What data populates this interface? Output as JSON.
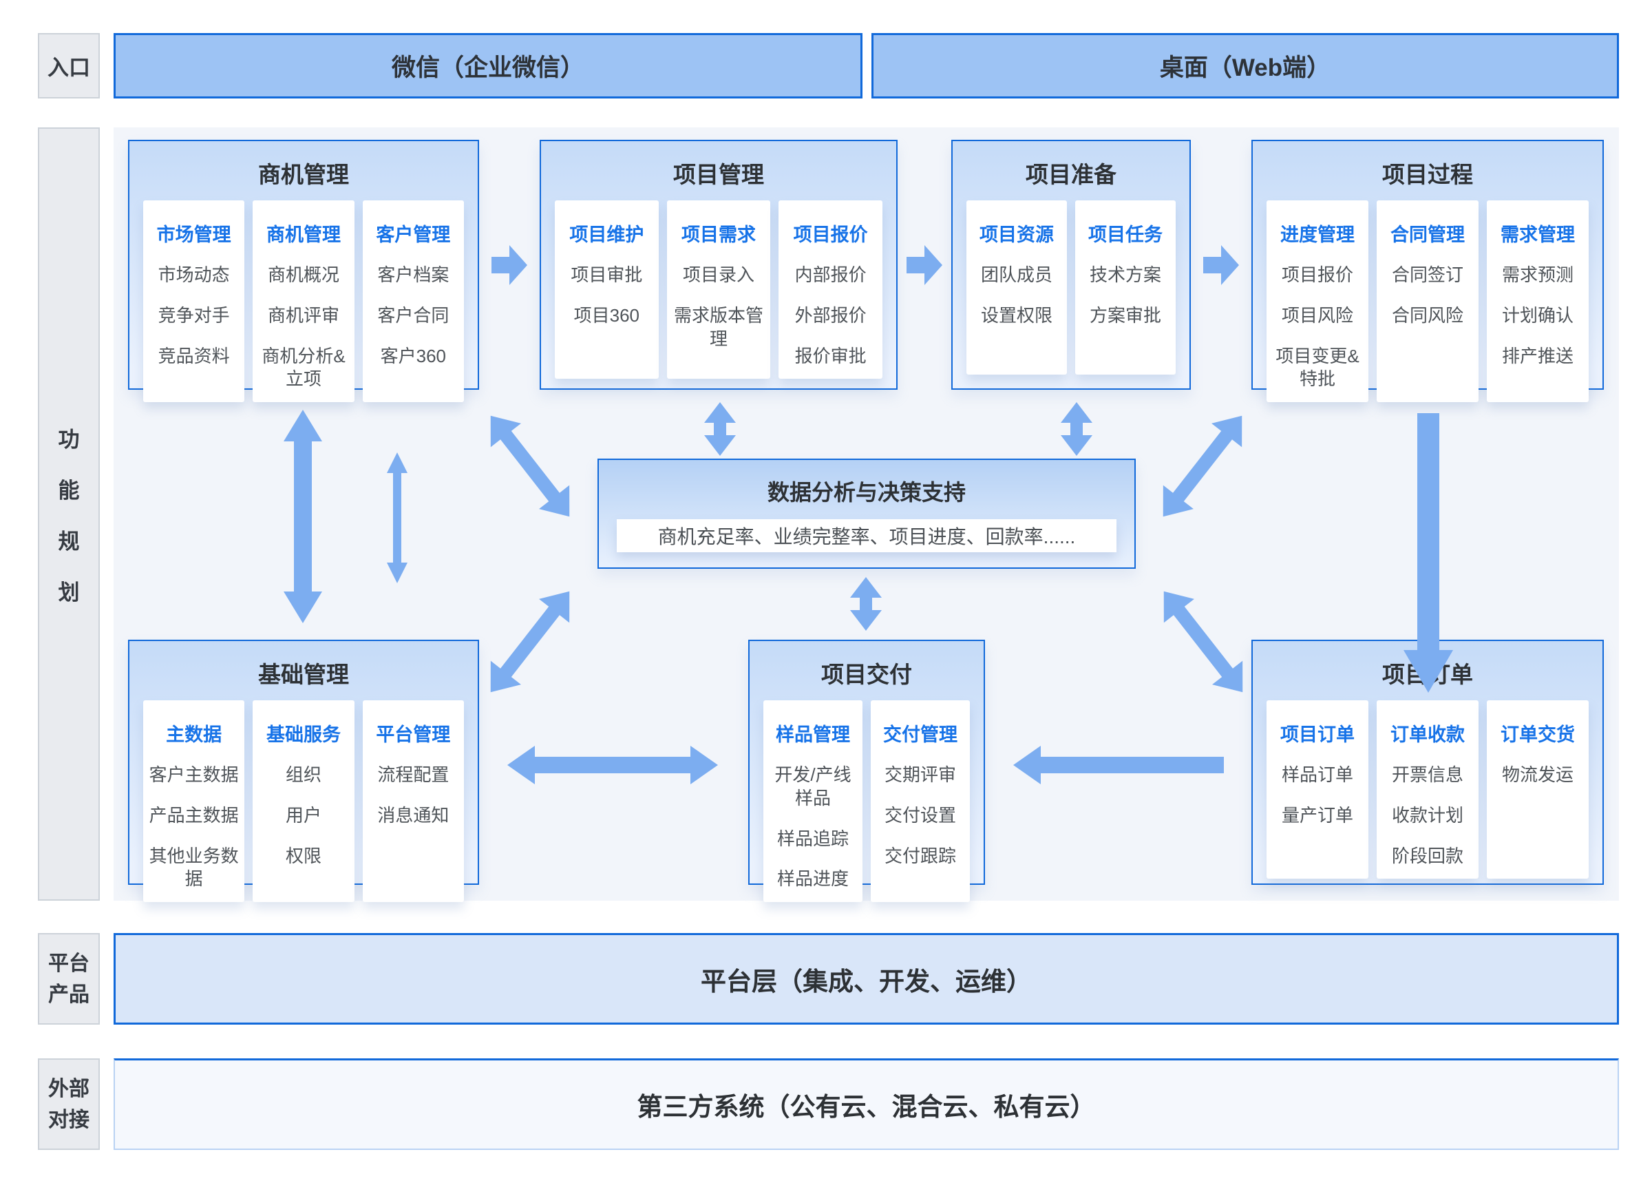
{
  "sidebar": {
    "entry_label": "入口",
    "function_label_chars": [
      "功",
      "能",
      "规",
      "划"
    ],
    "platform_label_lines": [
      "平台",
      "产品"
    ],
    "external_label_lines": [
      "外部",
      "对接"
    ]
  },
  "entry_channels": {
    "wechat": "微信（企业微信）",
    "desktop": "桌面（Web端）"
  },
  "groups": [
    {
      "title": "商机管理",
      "columns": [
        {
          "title": "市场管理",
          "items": [
            "市场动态",
            "竞争对手",
            "竞品资料"
          ]
        },
        {
          "title": "商机管理",
          "items": [
            "商机概况",
            "商机评审",
            "商机分析&立项"
          ]
        },
        {
          "title": "客户管理",
          "items": [
            "客户档案",
            "客户合同",
            "客户360"
          ]
        }
      ]
    },
    {
      "title": "项目管理",
      "columns": [
        {
          "title": "项目维护",
          "items": [
            "项目审批",
            "项目360"
          ]
        },
        {
          "title": "项目需求",
          "items": [
            "项目录入",
            "需求版本管理"
          ]
        },
        {
          "title": "项目报价",
          "items": [
            "内部报价",
            "外部报价",
            "报价审批"
          ]
        }
      ]
    },
    {
      "title": "项目准备",
      "columns": [
        {
          "title": "项目资源",
          "items": [
            "团队成员",
            "设置权限"
          ]
        },
        {
          "title": "项目任务",
          "items": [
            "技术方案",
            "方案审批"
          ]
        }
      ]
    },
    {
      "title": "项目过程",
      "columns": [
        {
          "title": "进度管理",
          "items": [
            "项目报价",
            "项目风险",
            "项目变更&特批"
          ]
        },
        {
          "title": "合同管理",
          "items": [
            "合同签订",
            "合同风险"
          ]
        },
        {
          "title": "需求管理",
          "items": [
            "需求预测",
            "计划确认",
            "排产推送"
          ]
        }
      ]
    },
    {
      "title": "基础管理",
      "columns": [
        {
          "title": "主数据",
          "items": [
            "客户主数据",
            "产品主数据",
            "其他业务数据"
          ]
        },
        {
          "title": "基础服务",
          "items": [
            "组织",
            "用户",
            "权限"
          ]
        },
        {
          "title": "平台管理",
          "items": [
            "流程配置",
            "消息通知"
          ]
        }
      ]
    },
    {
      "title": "项目交付",
      "columns": [
        {
          "title": "样品管理",
          "items": [
            "开发/产线样品",
            "样品追踪",
            "样品进度"
          ]
        },
        {
          "title": "交付管理",
          "items": [
            "交期评审",
            "交付设置",
            "交付跟踪"
          ]
        }
      ]
    },
    {
      "title": "项目订单",
      "columns": [
        {
          "title": "项目订单",
          "items": [
            "样品订单",
            "量产订单"
          ]
        },
        {
          "title": "订单收款",
          "items": [
            "开票信息",
            "收款计划",
            "阶段回款"
          ]
        },
        {
          "title": "订单交货",
          "items": [
            "物流发运"
          ]
        }
      ]
    }
  ],
  "analysis": {
    "title": "数据分析与决策支持",
    "metrics": "商机充足率、业绩完整率、项目进度、回款率......"
  },
  "platform_bar": {
    "text": "平台层（集成、开发、运维）"
  },
  "external_bar": {
    "text": "第三方系统（公有云、混合云、私有云）"
  },
  "colors": {
    "accent_border": "#1169da",
    "card_title_blue": "#1773e8",
    "arrow": "#7cadf0",
    "entry_fill": "#9dc3f4"
  }
}
